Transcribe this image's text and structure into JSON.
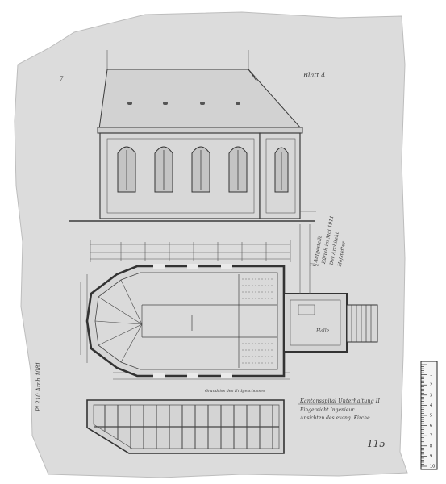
{
  "sheet": {
    "corner_mark": "7",
    "sheet_label": "Blatt 4",
    "right_note_lines": [
      "Aufgestellt",
      "Zürich im Mai 1911",
      "Der Architekt",
      "Hofstetter"
    ],
    "vertical_left_note": "Pl.210 Arch.1081",
    "title_block_lines": [
      "Kantonsspital Unterhaltung II",
      "Eingereicht Ingenieur",
      "Ansichten des evang. Kirche"
    ],
    "plan_labels": {
      "hall": "Halle",
      "door": "Türe"
    },
    "bottom_annotation": "Grundriss des Erdgeschosses",
    "page_number": "115"
  },
  "ruler": {
    "labels": [
      "1",
      "2",
      "3",
      "4",
      "5",
      "6",
      "7",
      "8",
      "9",
      "10"
    ]
  },
  "colors": {
    "paper": "#dcdcdc",
    "ink": "#3b3b3b",
    "background": "#ffffff"
  }
}
